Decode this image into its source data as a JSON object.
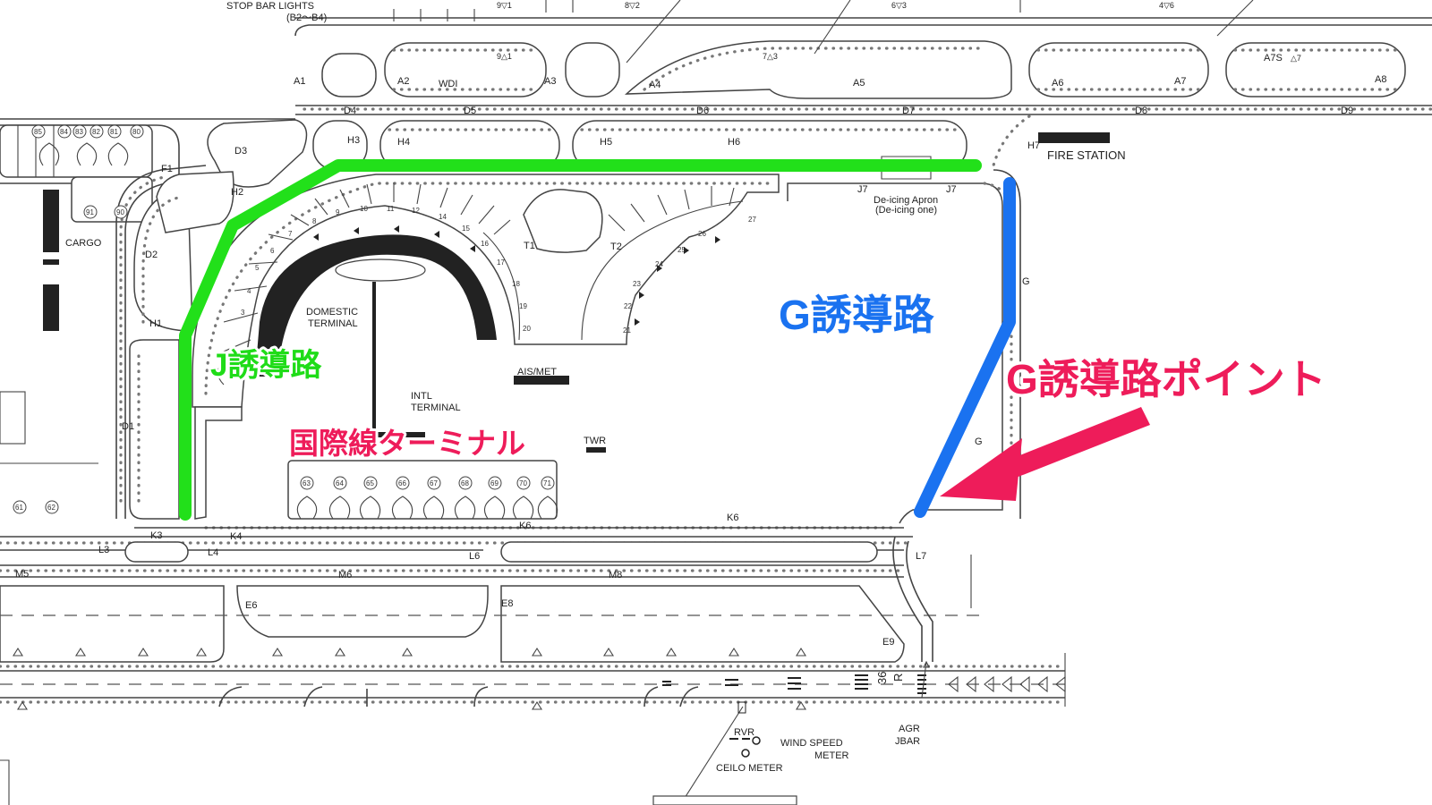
{
  "annotations": {
    "j_taxiway": "J誘導路",
    "g_taxiway": "G誘導路",
    "g_point": "G誘導路ポイント",
    "intl_terminal": "国際線ターミナル"
  },
  "colors": {
    "j_route": "#22e01a",
    "g_route": "#1a72f0",
    "pointer": "#ee1c5a",
    "j_text": "#1fdc18",
    "g_text": "#1a72f0",
    "pink_text": "#ee1c5a"
  },
  "chart_labels": {
    "stop_bar": "STOP BAR LIGHTS",
    "stop_bar_sub": "(B2～B4)",
    "wdi": "WDI",
    "cargo": "CARGO",
    "fire_station": "FIRE STATION",
    "deicing": "De-icing Apron",
    "deicing_sub": "(De-icing one)",
    "domestic_1": "DOMESTIC",
    "domestic_2": "TERMINAL",
    "intl_1": "INTL",
    "intl_2": "TERMINAL",
    "ais": "AIS/MET",
    "twr": "TWR",
    "agr": "AGR",
    "jbar": "JBAR",
    "rvr": "RVR",
    "wind_1": "WIND SPEED",
    "wind_2": "METER",
    "ceilo": "CEILO METER",
    "runway": "36",
    "runway_r": "R"
  },
  "taxiway_labels": {
    "A1": "A1",
    "A2": "A2",
    "A3": "A3",
    "A4": "A4",
    "A5": "A5",
    "A6": "A6",
    "A7": "A7",
    "A8": "A8",
    "A7S": "A7S",
    "D1": "D1",
    "D2": "D2",
    "D3": "D3",
    "D4": "D4",
    "D5": "D5",
    "D6": "D6",
    "D7": "D7",
    "D8": "D8",
    "D9": "D9",
    "H1": "H1",
    "H2": "H2",
    "H3": "H3",
    "H4": "H4",
    "H5": "H5",
    "H6": "H6",
    "H7": "H7",
    "F1": "F1",
    "J7a": "J7",
    "J7b": "J7",
    "G1": "G",
    "G2": "G",
    "K3": "K3",
    "K4": "K4",
    "K6a": "K6",
    "K6b": "K6",
    "L3": "L3",
    "L4": "L4",
    "L6": "L6",
    "L7": "L7",
    "M5": "M5",
    "M6": "M6",
    "M8": "M8",
    "E6": "E6",
    "E8": "E8",
    "E9": "E9",
    "T1": "T1",
    "T2": "T2",
    "top_9v1": "9▽1",
    "top_9a1": "9△1",
    "top_8v2": "8▽2",
    "top_7a3": "7△3",
    "top_6v3": "6▽3",
    "top_4v6": "4▽6",
    "top_a7": "△7"
  },
  "stands": {
    "cargo_top": [
      "85",
      "84",
      "83",
      "82",
      "81",
      "80"
    ],
    "cargo_low": [
      "91",
      "90"
    ],
    "domestic": [
      "5",
      "6",
      "7",
      "8",
      "9",
      "10",
      "11",
      "12",
      "14",
      "15",
      "16",
      "17",
      "18",
      "19",
      "20",
      "21",
      "22",
      "23",
      "24",
      "25",
      "26",
      "27"
    ],
    "domestic_left": [
      "3",
      "4"
    ],
    "intl": [
      "63",
      "64",
      "65",
      "66",
      "67",
      "68",
      "69",
      "70",
      "71"
    ],
    "left": [
      "61",
      "62"
    ]
  }
}
